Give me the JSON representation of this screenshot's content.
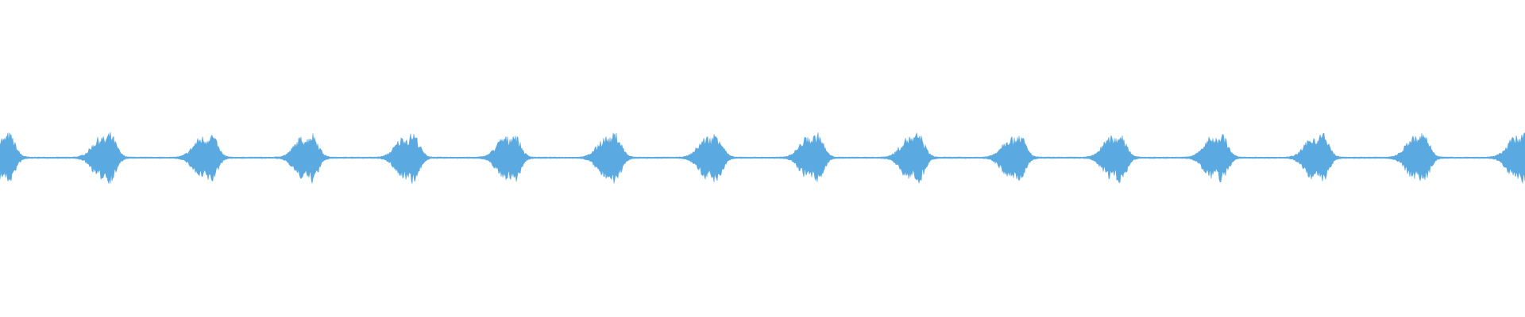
{
  "waveform": {
    "color": "#5aa9e0",
    "background": "#ffffff",
    "burst_count": 16,
    "noise_floor_level": 0.03,
    "burst_peak_level": 0.16
  }
}
